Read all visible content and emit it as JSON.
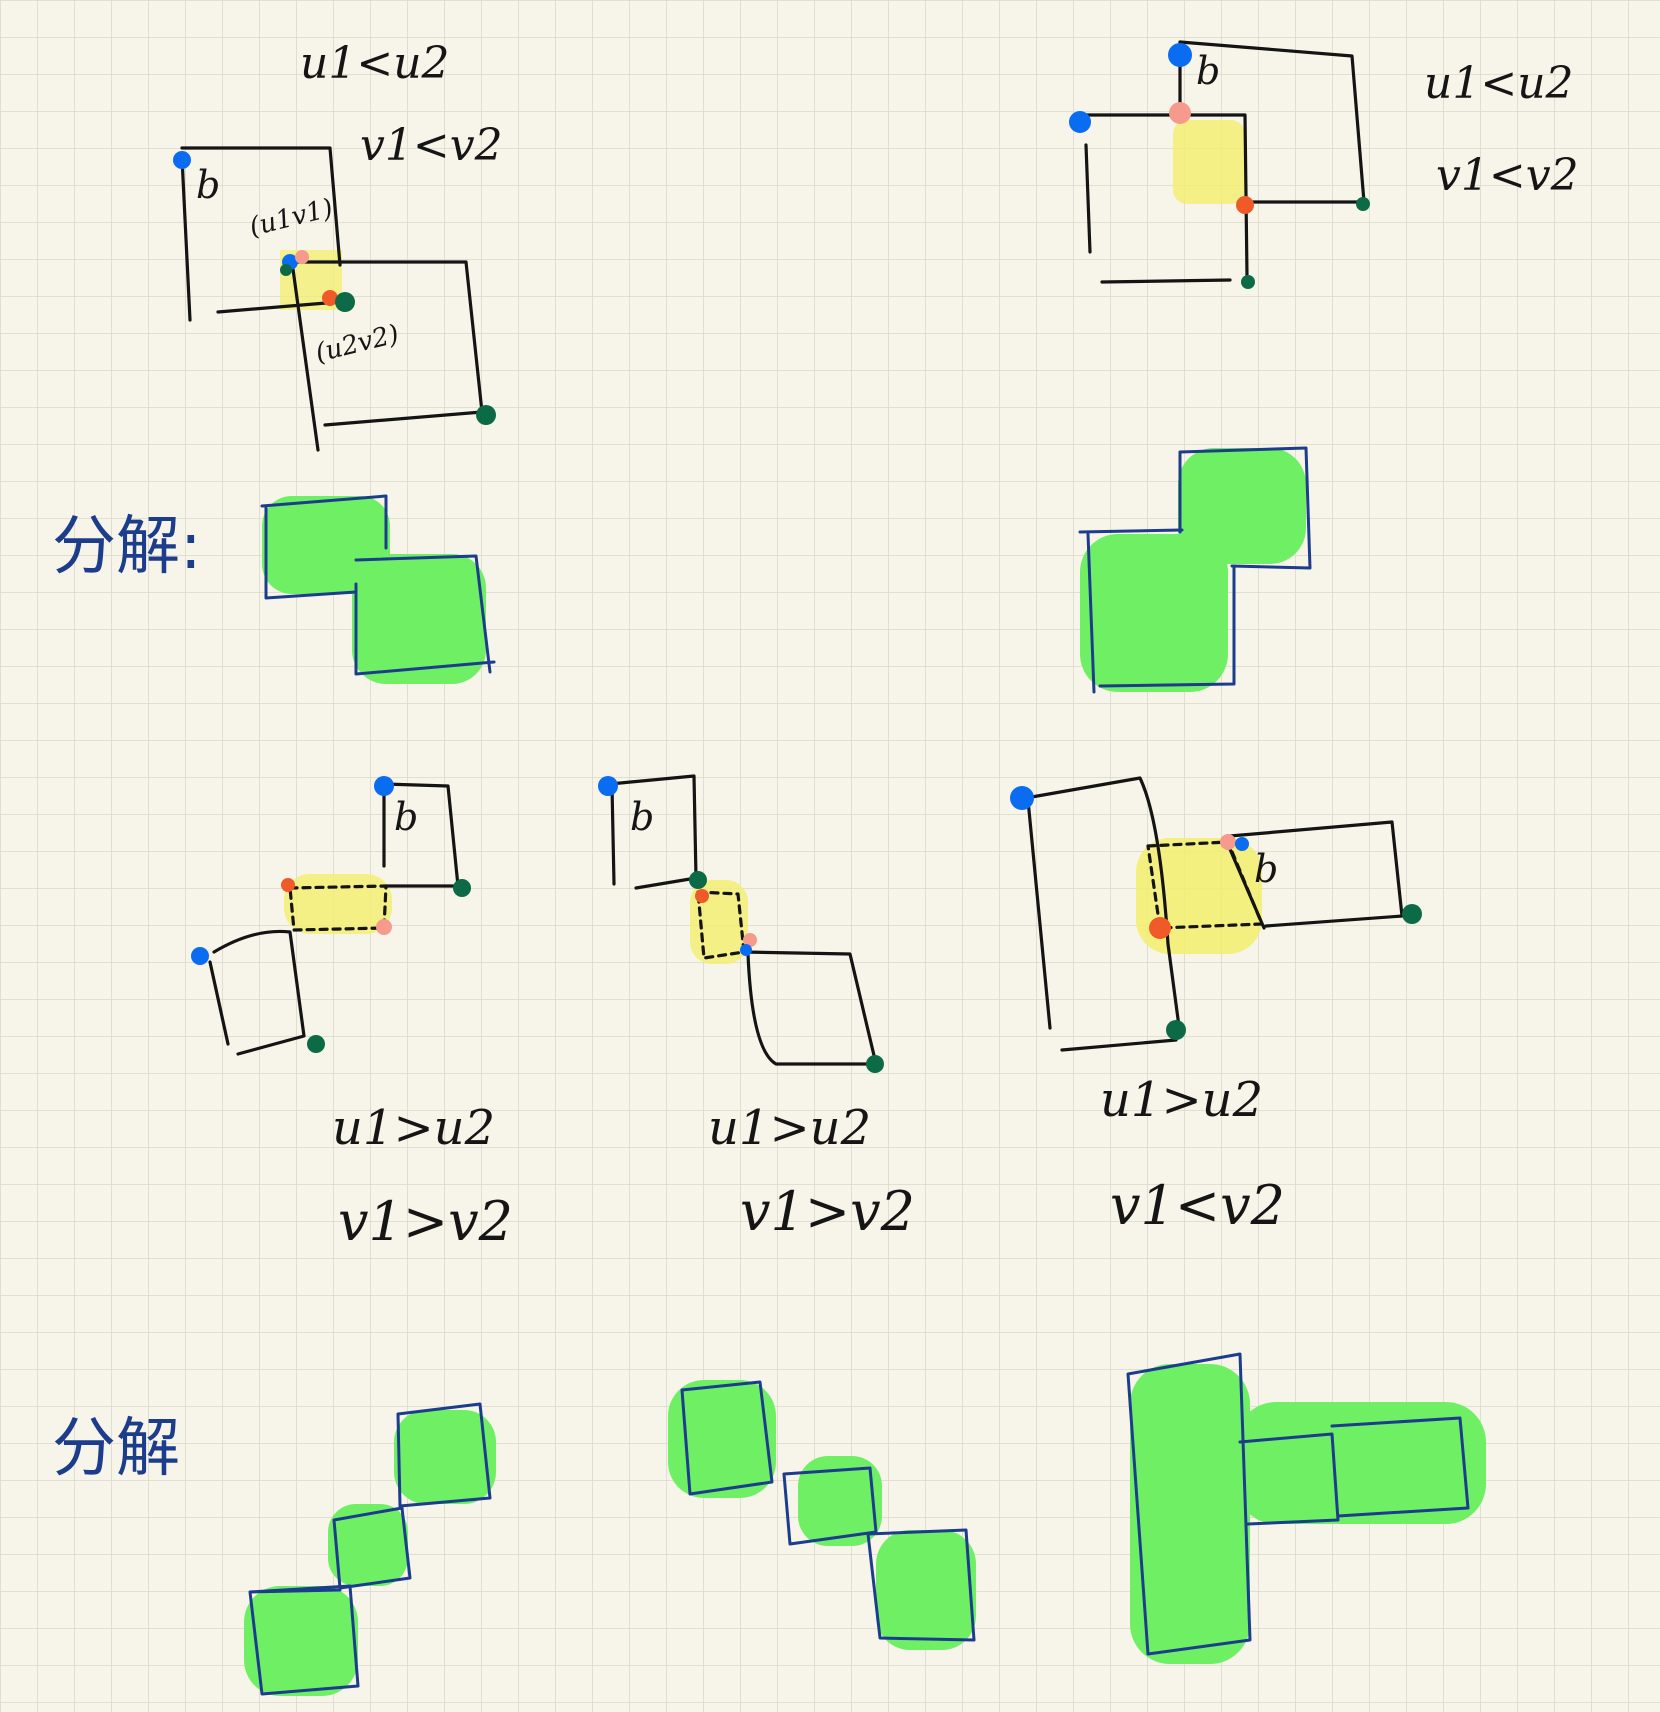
{
  "colors": {
    "paper": "#f7f4e9",
    "grid": "#d9d8cb",
    "ink": "#141414",
    "navy": "#1c3d8c",
    "green_fill": "#6ff064",
    "yellow_highlight": "#f3ef6c",
    "dot_blue": "#0a6cf0",
    "dot_green": "#0c6b46",
    "dot_red": "#f05a28",
    "dot_pink": "#f59a8c"
  },
  "icons": {
    "corner_dots": "dot-marker"
  },
  "text": {
    "label_b": "b",
    "label_u1v1": "(u1v1)",
    "label_u2v2": "(u2v2)",
    "case1_line1": "u1<u2",
    "case1_line2": "v1<v2",
    "case2_line1": "u1<u2",
    "case2_line2": "v1<v2",
    "case3_line1": "u1>u2",
    "case3_line2": "v1>v2",
    "case4_line1": "u1>u2",
    "case4_line2": "v1>v2",
    "case5_line1": "u1>u2",
    "case5_line2": "v1<v2",
    "split_label_1": "分解:",
    "split_label_2": "分解"
  }
}
